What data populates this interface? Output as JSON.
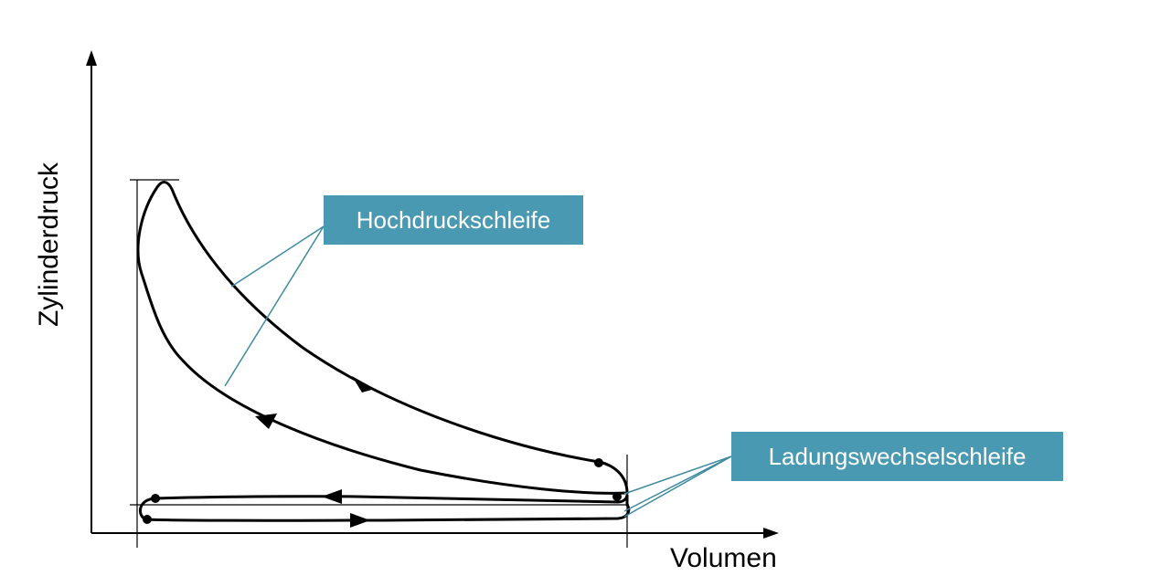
{
  "diagram": {
    "type": "pv-diagram",
    "axes": {
      "x_label": "Volumen",
      "y_label": "Zylinderdruck"
    },
    "labels": {
      "high_pressure_loop": "Hochdruckschleife",
      "gas_exchange_loop": "Ladungswechselschleife"
    },
    "colors": {
      "callout_fill": "#4a99b2",
      "callout_text": "#ffffff",
      "leader_line": "#3f8aa0",
      "curve": "#000000"
    }
  }
}
